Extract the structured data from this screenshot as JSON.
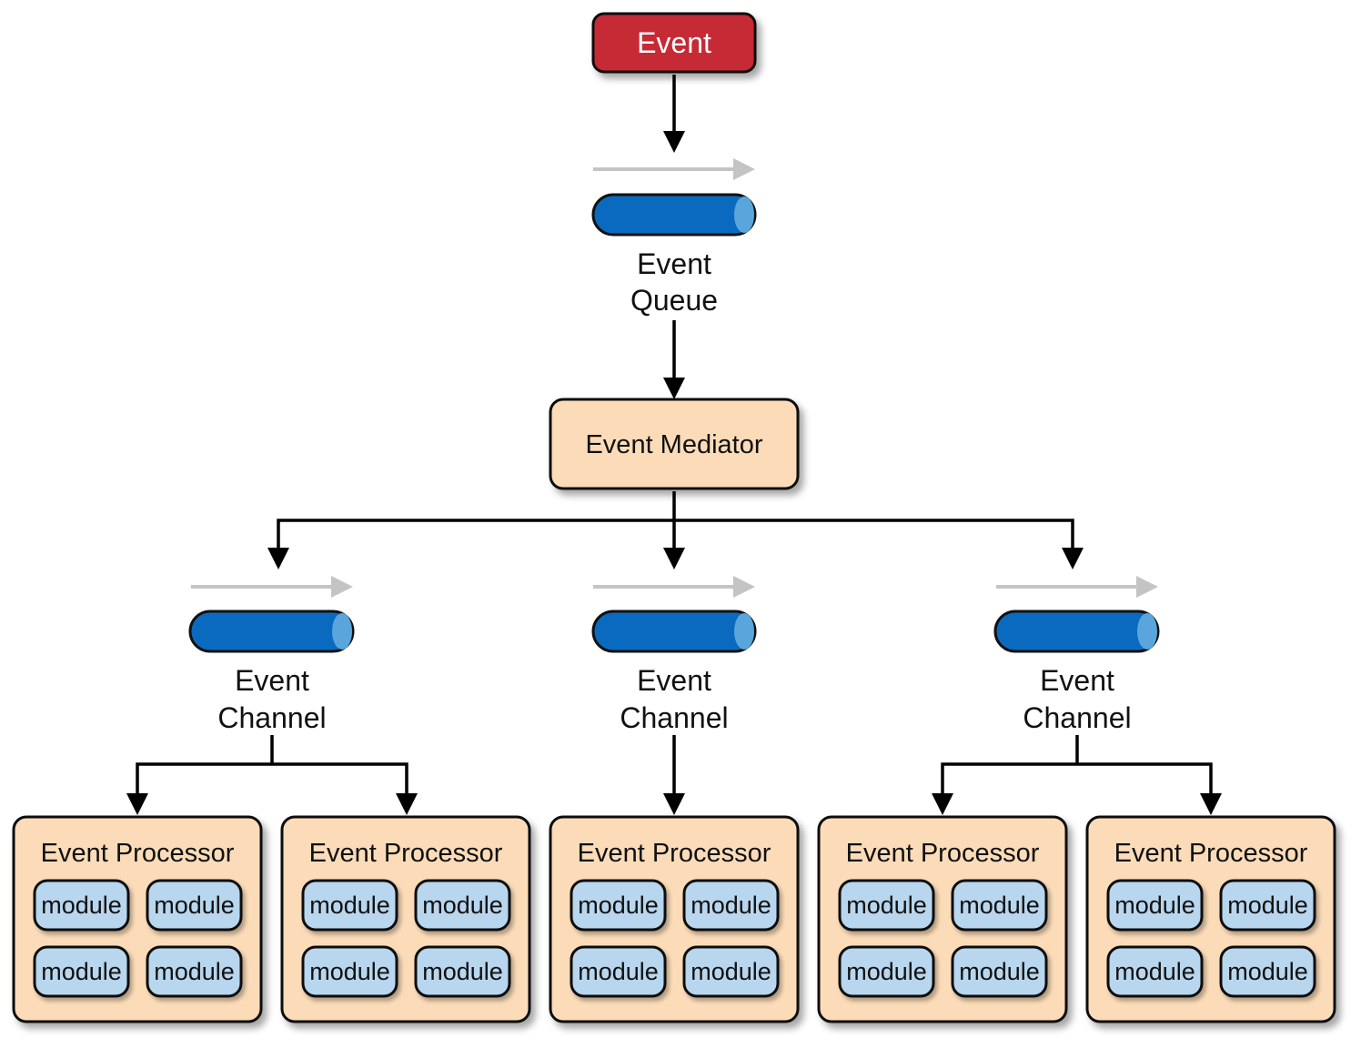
{
  "event": {
    "label": "Event"
  },
  "queue": {
    "label_line1": "Event",
    "label_line2": "Queue"
  },
  "mediator": {
    "label": "Event Mediator"
  },
  "channels": [
    {
      "label_line1": "Event",
      "label_line2": "Channel"
    },
    {
      "label_line1": "Event",
      "label_line2": "Channel"
    },
    {
      "label_line1": "Event",
      "label_line2": "Channel"
    }
  ],
  "processors": [
    {
      "title": "Event Processor",
      "modules": [
        "module",
        "module",
        "module",
        "module"
      ]
    },
    {
      "title": "Event Processor",
      "modules": [
        "module",
        "module",
        "module",
        "module"
      ]
    },
    {
      "title": "Event Processor",
      "modules": [
        "module",
        "module",
        "module",
        "module"
      ]
    },
    {
      "title": "Event Processor",
      "modules": [
        "module",
        "module",
        "module",
        "module"
      ]
    },
    {
      "title": "Event Processor",
      "modules": [
        "module",
        "module",
        "module",
        "module"
      ]
    }
  ],
  "colors": {
    "event_fill": "#c62a34",
    "pipe_fill": "#0a6abf",
    "pipe_cap": "#5aa5dc",
    "box_fill": "#fcdcb8",
    "module_fill": "#b8d6ee",
    "flow_arrow": "#c4c4c4"
  }
}
